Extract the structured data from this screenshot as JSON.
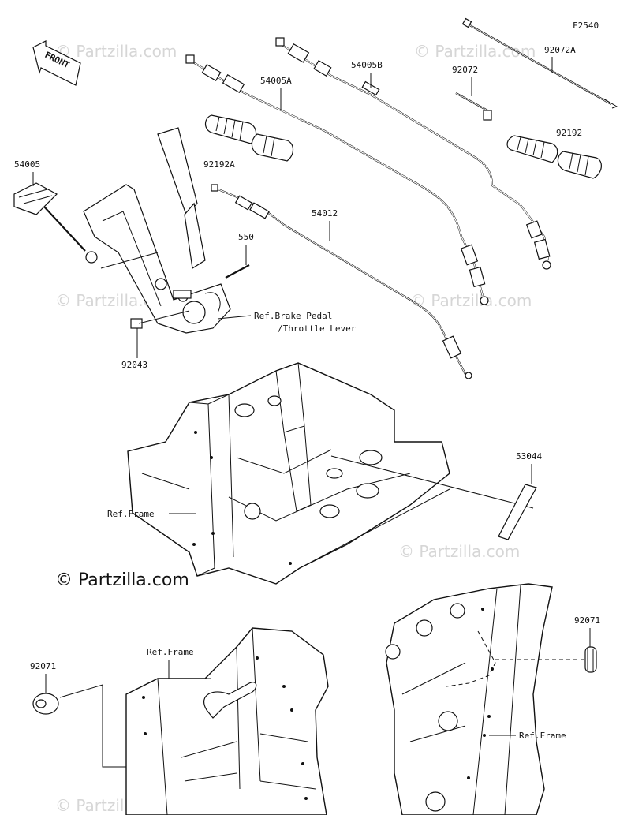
{
  "figure_code": "F2540",
  "front_label": "FRONT",
  "watermark": "© Partzilla.com",
  "copyright": "© Partzilla.com",
  "parts": {
    "p54005": "54005",
    "p54005A": "54005A",
    "p54005B": "54005B",
    "p92072": "92072",
    "p92072A": "92072A",
    "p92192": "92192",
    "p92192A": "92192A",
    "p550": "550",
    "p54012": "54012",
    "p92043": "92043",
    "p53044": "53044",
    "p92071_left": "92071",
    "p92071_right": "92071"
  },
  "refs": {
    "brake_pedal": "Ref.Brake Pedal",
    "throttle_lever": "/Throttle Lever",
    "frame_mid": "Ref.Frame",
    "frame_bottom_left": "Ref.Frame",
    "frame_bottom_right": "Ref.Frame"
  }
}
